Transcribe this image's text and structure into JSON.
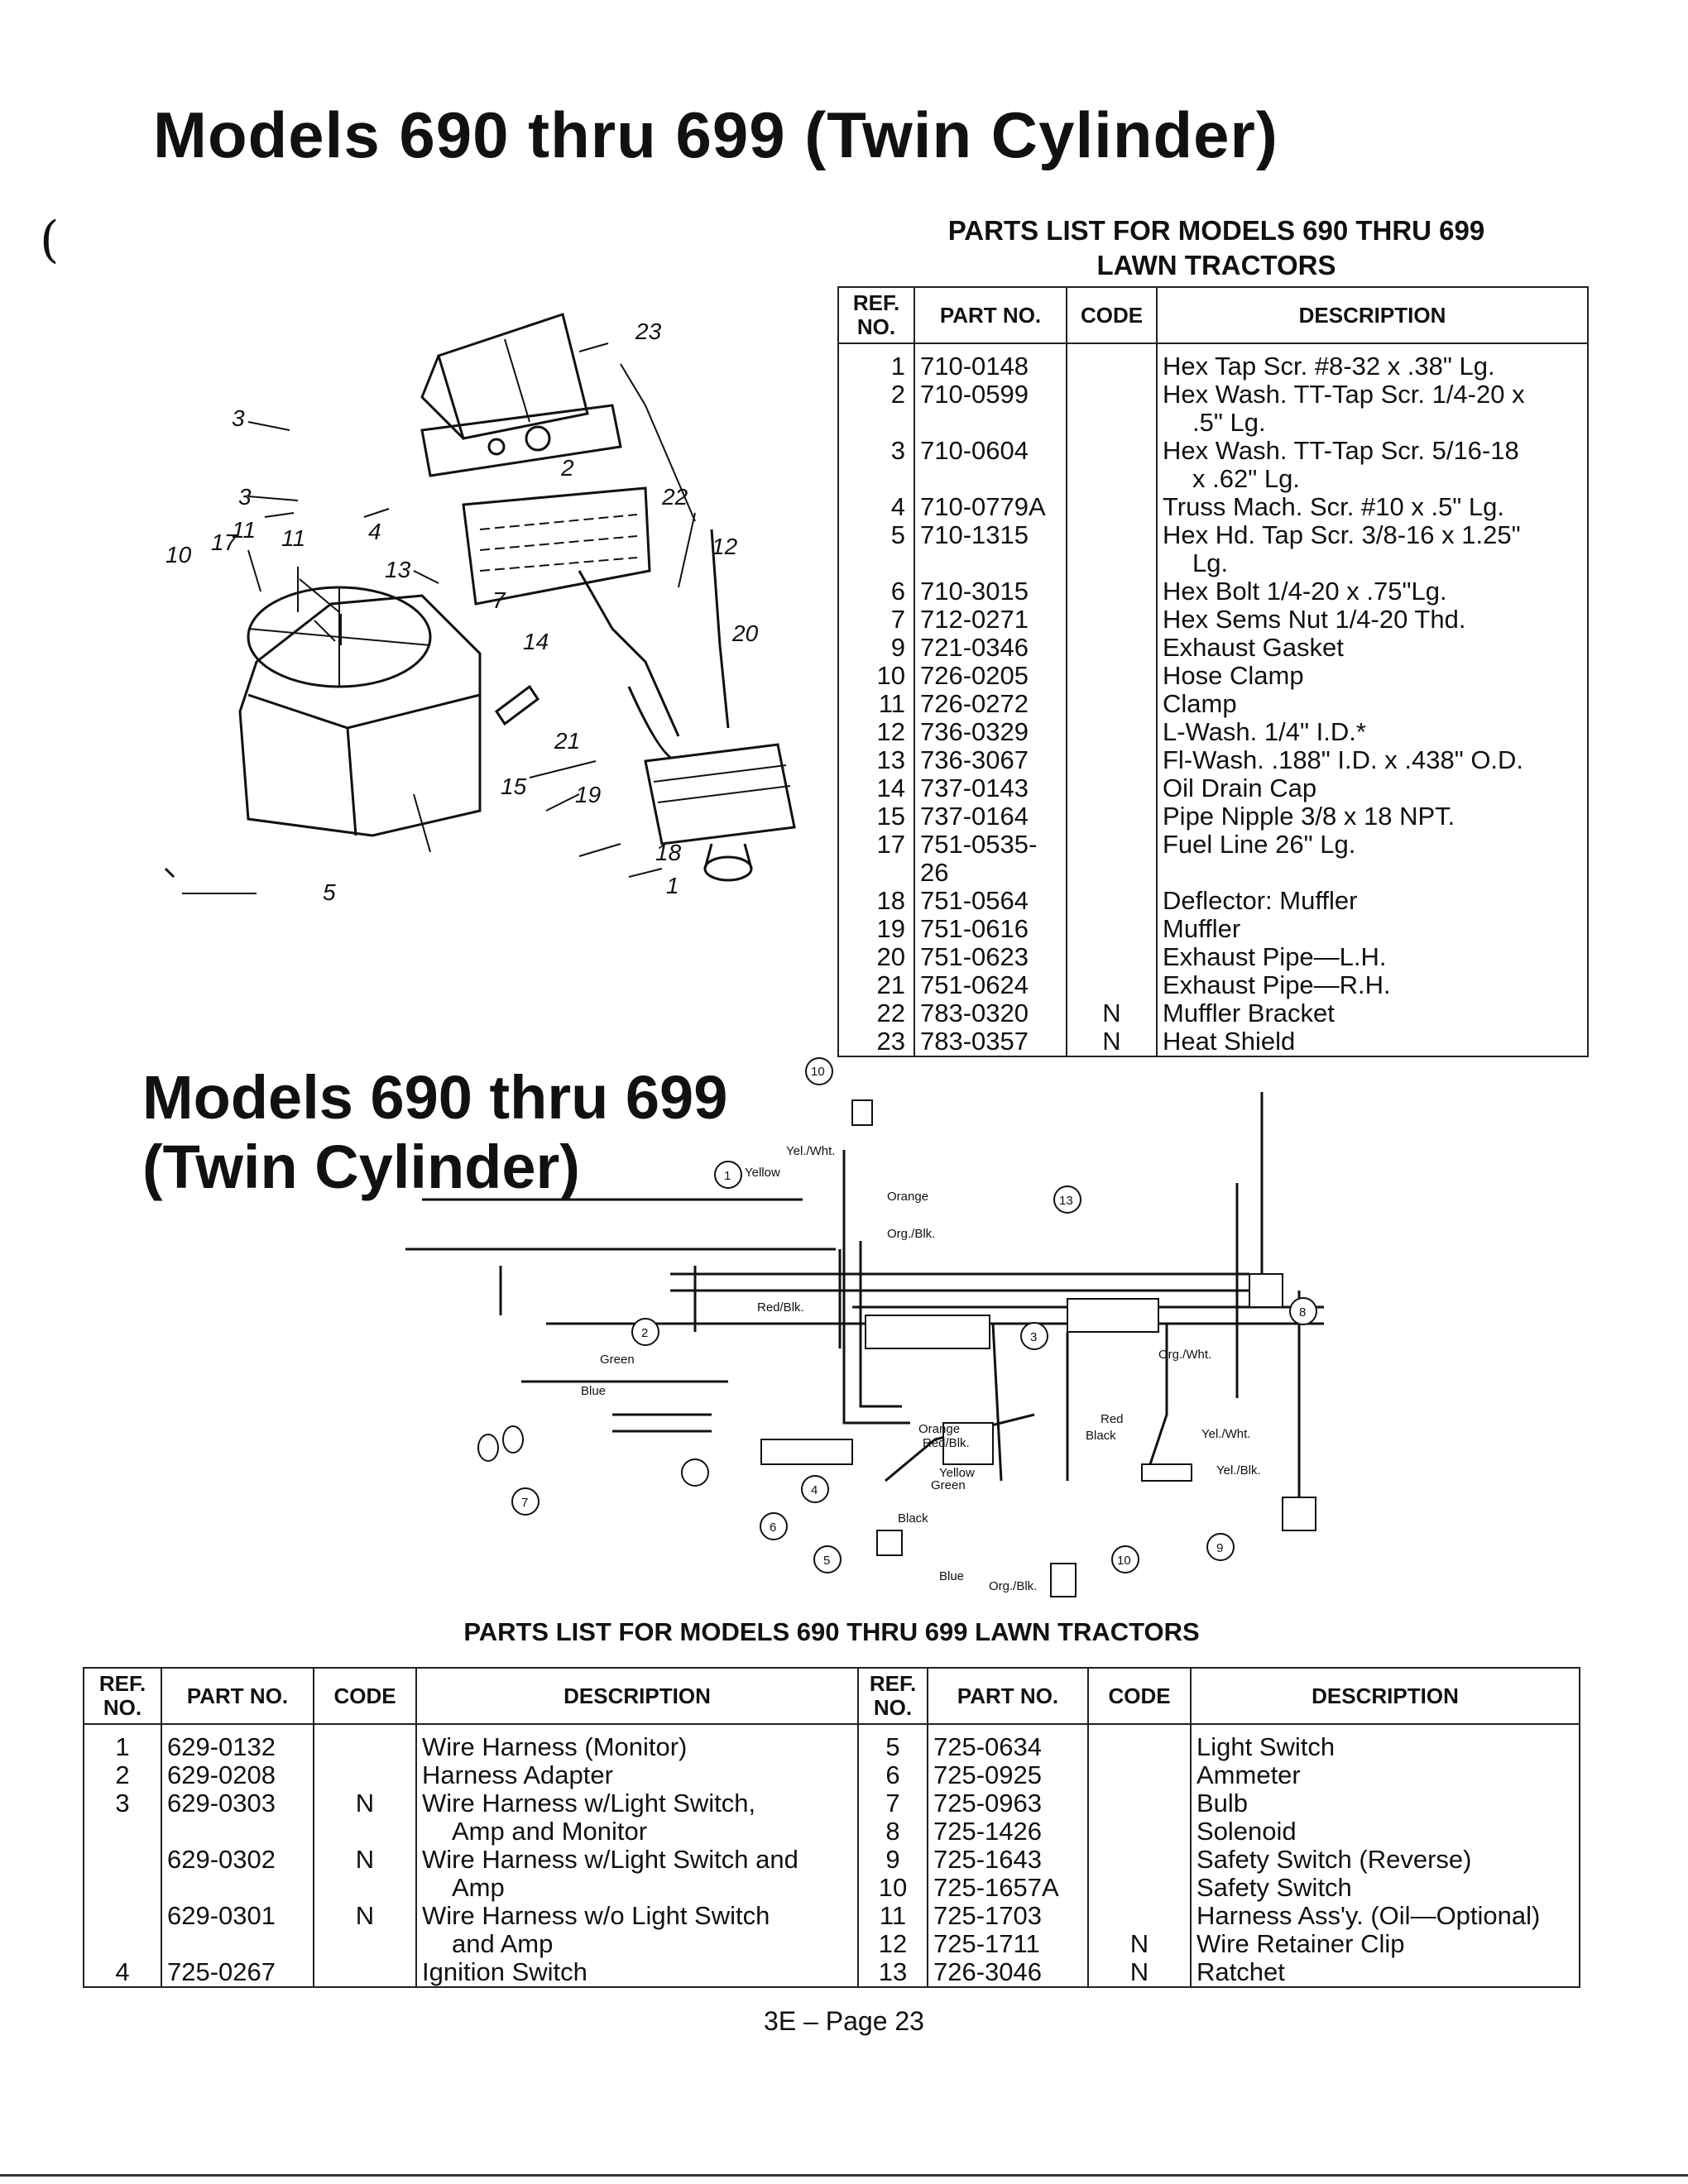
{
  "page": {
    "title_main": "Models 690 thru 699 (Twin Cylinder)",
    "title_secondary_line1": "Models 690 thru 699",
    "title_secondary_line2": "(Twin Cylinder)",
    "margin_mark": "(",
    "footer": "3E – Page 23"
  },
  "exhaust_section": {
    "caption_line1": "PARTS LIST FOR MODELS 690 THRU 699",
    "caption_line2": "LAWN TRACTORS",
    "headers": {
      "ref": "REF. NO.",
      "part": "PART NO.",
      "code": "CODE",
      "description": "DESCRIPTION"
    },
    "rows": [
      {
        "ref": "1",
        "part": "710-0148",
        "code": "",
        "desc": [
          "Hex Tap Scr. #8-32 x .38\" Lg."
        ]
      },
      {
        "ref": "2",
        "part": "710-0599",
        "code": "",
        "desc": [
          "Hex Wash. TT-Tap Scr. 1/4-20 x",
          ".5\" Lg."
        ]
      },
      {
        "ref": "3",
        "part": "710-0604",
        "code": "",
        "desc": [
          "Hex Wash. TT-Tap Scr. 5/16-18",
          "x .62\" Lg."
        ]
      },
      {
        "ref": "4",
        "part": "710-0779A",
        "code": "",
        "desc": [
          "Truss Mach. Scr. #10 x .5\" Lg."
        ]
      },
      {
        "ref": "5",
        "part": "710-1315",
        "code": "",
        "desc": [
          "Hex Hd. Tap Scr. 3/8-16 x 1.25\"",
          "Lg."
        ]
      },
      {
        "ref": "6",
        "part": "710-3015",
        "code": "",
        "desc": [
          "Hex Bolt 1/4-20 x .75\"Lg."
        ]
      },
      {
        "ref": "7",
        "part": "712-0271",
        "code": "",
        "desc": [
          "Hex Sems Nut 1/4-20 Thd."
        ]
      },
      {
        "ref": "9",
        "part": "721-0346",
        "code": "",
        "desc": [
          "Exhaust Gasket"
        ]
      },
      {
        "ref": "10",
        "part": "726-0205",
        "code": "",
        "desc": [
          "Hose Clamp"
        ]
      },
      {
        "ref": "11",
        "part": "726-0272",
        "code": "",
        "desc": [
          "Clamp"
        ]
      },
      {
        "ref": "12",
        "part": "736-0329",
        "code": "",
        "desc": [
          "L-Wash. 1/4\" I.D.*"
        ]
      },
      {
        "ref": "13",
        "part": "736-3067",
        "code": "",
        "desc": [
          "Fl-Wash. .188\" I.D. x .438\" O.D."
        ]
      },
      {
        "ref": "14",
        "part": "737-0143",
        "code": "",
        "desc": [
          "Oil Drain Cap"
        ]
      },
      {
        "ref": "15",
        "part": "737-0164",
        "code": "",
        "desc": [
          "Pipe Nipple 3/8 x 18 NPT."
        ]
      },
      {
        "ref": "17",
        "part": "751-0535-26",
        "code": "",
        "desc": [
          "Fuel Line 26\" Lg."
        ]
      },
      {
        "ref": "18",
        "part": "751-0564",
        "code": "",
        "desc": [
          "Deflector: Muffler"
        ]
      },
      {
        "ref": "19",
        "part": "751-0616",
        "code": "",
        "desc": [
          "Muffler"
        ]
      },
      {
        "ref": "20",
        "part": "751-0623",
        "code": "",
        "desc": [
          "Exhaust Pipe—L.H."
        ]
      },
      {
        "ref": "21",
        "part": "751-0624",
        "code": "",
        "desc": [
          "Exhaust Pipe—R.H."
        ]
      },
      {
        "ref": "22",
        "part": "783-0320",
        "code": "N",
        "desc": [
          "Muffler Bracket"
        ]
      },
      {
        "ref": "23",
        "part": "783-0357",
        "code": "N",
        "desc": [
          "Heat Shield"
        ]
      }
    ],
    "diagram_callouts": [
      "23",
      "3",
      "2",
      "3",
      "22",
      "11",
      "13",
      "10",
      "17",
      "11",
      "4",
      "12",
      "7",
      "14",
      "20",
      "21",
      "15",
      "19",
      "18",
      "1",
      "5"
    ]
  },
  "electrical_section": {
    "caption": "PARTS LIST FOR MODELS 690 THRU 699 LAWN TRACTORS",
    "headers": {
      "ref": "REF. NO.",
      "part": "PART NO.",
      "code": "CODE",
      "description": "DESCRIPTION"
    },
    "left_rows": [
      {
        "ref": "1",
        "part": "629-0132",
        "code": "",
        "desc": [
          "Wire Harness (Monitor)"
        ]
      },
      {
        "ref": "2",
        "part": "629-0208",
        "code": "",
        "desc": [
          "Harness Adapter"
        ]
      },
      {
        "ref": "3",
        "part": "629-0303",
        "code": "N",
        "desc": [
          "Wire Harness w/Light Switch,",
          "Amp and Monitor"
        ]
      },
      {
        "ref": "",
        "part": "629-0302",
        "code": "N",
        "desc": [
          "Wire Harness w/Light Switch and",
          "Amp"
        ]
      },
      {
        "ref": "",
        "part": "629-0301",
        "code": "N",
        "desc": [
          "Wire Harness w/o Light Switch",
          "and Amp"
        ]
      },
      {
        "ref": "4",
        "part": "725-0267",
        "code": "",
        "desc": [
          "Ignition Switch"
        ]
      }
    ],
    "right_rows": [
      {
        "ref": "5",
        "part": "725-0634",
        "code": "",
        "desc": "Light Switch"
      },
      {
        "ref": "6",
        "part": "725-0925",
        "code": "",
        "desc": "Ammeter"
      },
      {
        "ref": "7",
        "part": "725-0963",
        "code": "",
        "desc": "Bulb"
      },
      {
        "ref": "8",
        "part": "725-1426",
        "code": "",
        "desc": "Solenoid"
      },
      {
        "ref": "9",
        "part": "725-1643",
        "code": "",
        "desc": "Safety Switch (Reverse)"
      },
      {
        "ref": "10",
        "part": "725-1657A",
        "code": "",
        "desc": "Safety Switch"
      },
      {
        "ref": "11",
        "part": "725-1703",
        "code": "",
        "desc": "Harness Ass'y. (Oil—Optional)"
      },
      {
        "ref": "12",
        "part": "725-1711",
        "code": "N",
        "desc": "Wire Retainer Clip"
      },
      {
        "ref": "13",
        "part": "726-3046",
        "code": "N",
        "desc": "Ratchet"
      }
    ],
    "wire_labels": [
      "Yel./Wht.",
      "Yellow",
      "Orange",
      "Org./Blk.",
      "Red/Blk.",
      "Green",
      "Blue",
      "Orange",
      "Red/Blk.",
      "Yellow",
      "Green",
      "Black",
      "Red",
      "Black",
      "Yel./Wht.",
      "Yel./Blk.",
      "Org./Wht.",
      "Blue",
      "Org./Blk."
    ],
    "diagram_callouts": [
      "10",
      "1",
      "13",
      "2",
      "3",
      "8",
      "4",
      "6",
      "5",
      "7",
      "9",
      "10"
    ]
  }
}
